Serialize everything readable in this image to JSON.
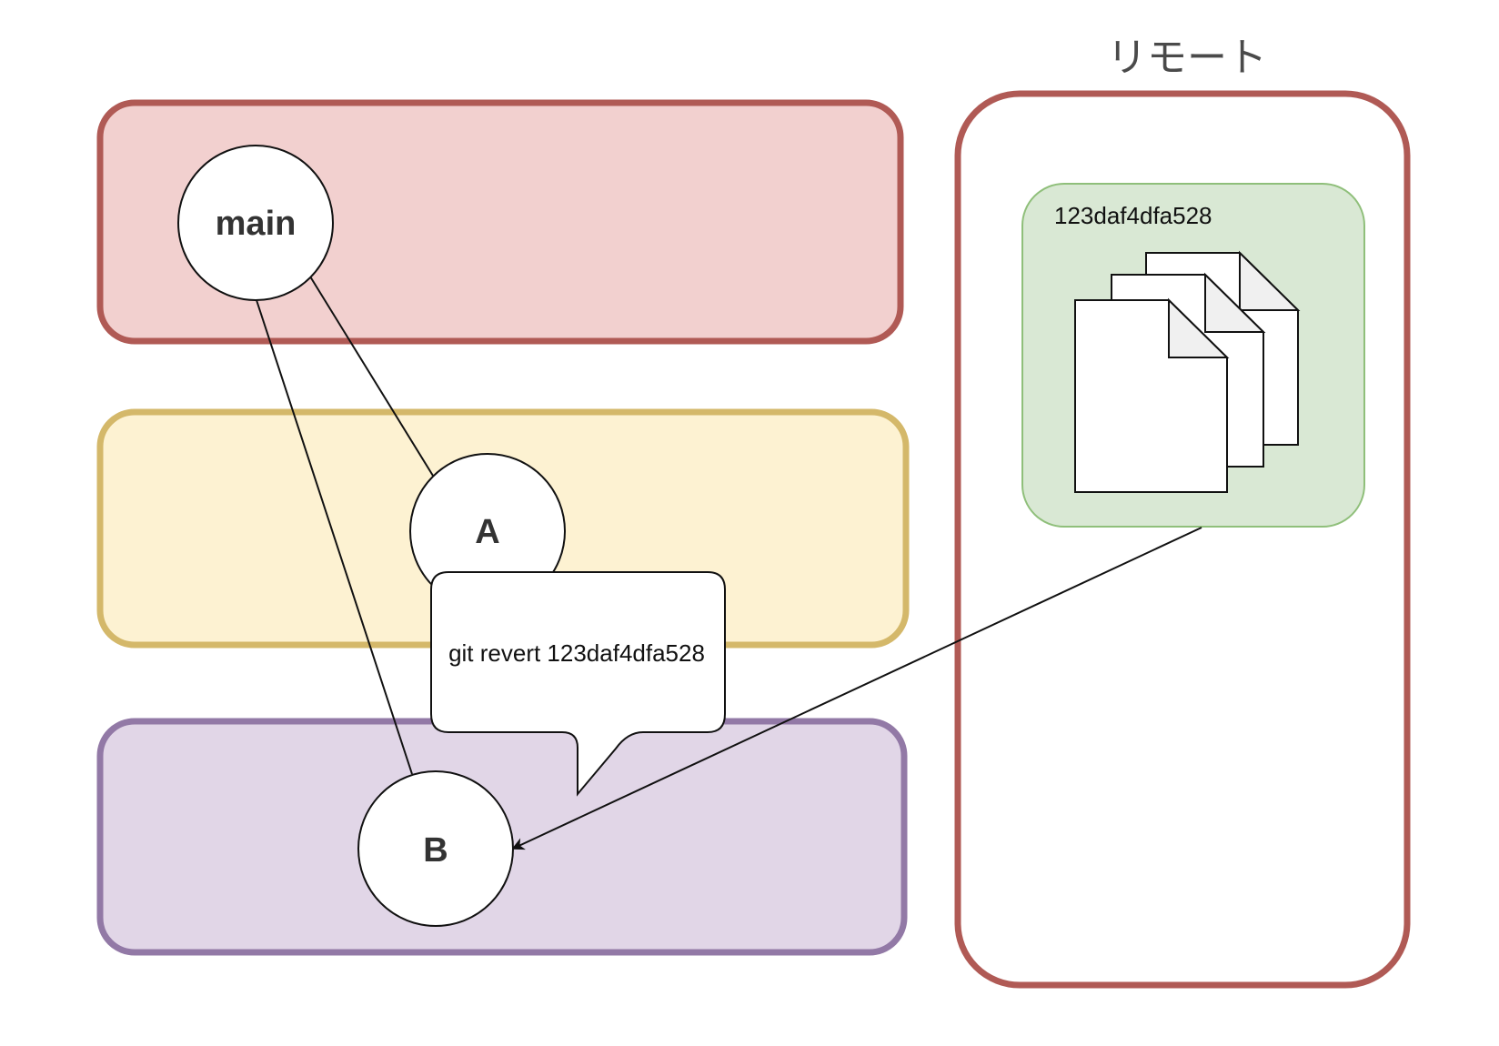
{
  "diagram": {
    "remote": {
      "title": "リモート",
      "commit_label": "123daf4dfa528",
      "icon": "documents-stack-icon"
    },
    "nodes": {
      "main": {
        "label": "main"
      },
      "a": {
        "label": "A"
      },
      "b": {
        "label": "B"
      }
    },
    "callout": {
      "text": "git revert 123daf4dfa528"
    },
    "colors": {
      "red_fill": "#f2d0cf",
      "red_stroke": "#b05a55",
      "yellow_fill": "#fdf2d2",
      "yellow_stroke": "#d4b86a",
      "purple_fill": "#e1d6e7",
      "purple_stroke": "#9279a6",
      "green_fill": "#d9e8d4",
      "green_stroke": "#8fbf7a",
      "remote_stroke": "#b05a55"
    }
  }
}
